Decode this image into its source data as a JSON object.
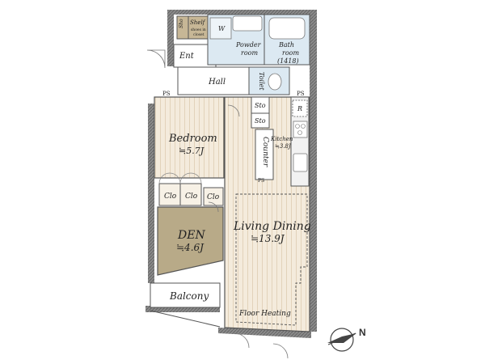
{
  "rooms": {
    "bedroom": {
      "name": "Bedroom",
      "size": "≒5.7J"
    },
    "den": {
      "name": "DEN",
      "size": "≒4.6J"
    },
    "living": {
      "name": "Living Dining",
      "size": "≒13.9J"
    },
    "kitchen": {
      "name": "Kitchen",
      "size": "≒3.8J"
    },
    "bath": {
      "name": "Bath",
      "name2": "room",
      "size": "(1418)"
    },
    "powder": {
      "name": "Powder",
      "name2": "room"
    },
    "balcony": {
      "name": "Balcony"
    }
  },
  "labels": {
    "ent": "Ent",
    "hall": "Hall",
    "toilet": "Toilet",
    "counter": "Counter",
    "floor_heating": "Floor Heating",
    "shelf": "Shelf",
    "shoes": "shoes in",
    "closet": "closet",
    "shoes_short": "Sho",
    "washer": "W",
    "refrigerator": "R",
    "pipe_space": "PS",
    "storage": "Sto",
    "closet_short": "Clo",
    "compass_n": "N"
  },
  "colors": {
    "wall": "#6f6f6f",
    "wood_floor": "#f4ebdc",
    "wood_stripe": "#e3d3bc",
    "den_floor": "#b8aa88",
    "wet_area": "#dce9f2",
    "shelf_fill": "#c7b796"
  }
}
